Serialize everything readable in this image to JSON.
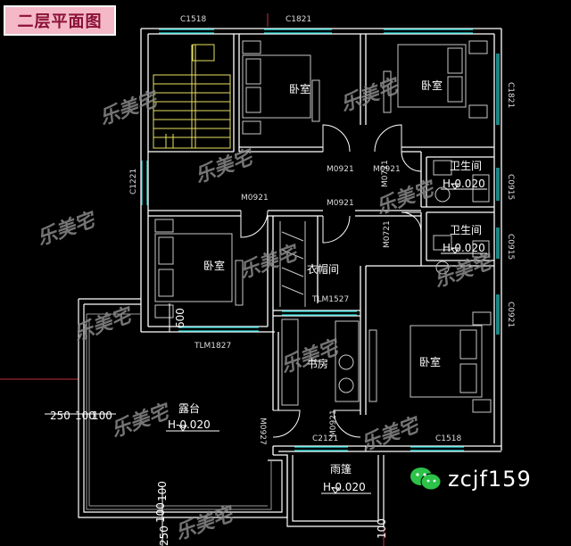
{
  "title": "二层平面图",
  "watermark": "乐美宅",
  "wechat_id": "zcjf159",
  "rooms": {
    "bedroom_top_left": "卧室",
    "bedroom_top_right": "卧室",
    "bedroom_left": "卧室",
    "bedroom_right": "卧室",
    "bath_upper": "卫生间",
    "bath_upper_h": "H-0.020",
    "bath_lower": "卫生间",
    "bath_lower_h": "H-0.020",
    "closet": "衣帽间",
    "study": "书房",
    "terrace": "露台",
    "terrace_h": "H-0.020",
    "canopy": "雨篷",
    "canopy_h": "H-0.020"
  },
  "labels": {
    "c1518_top": "C1518",
    "c1821_top": "C1821",
    "c1821_right": "C1821",
    "c1221_left": "C1221",
    "c0915_a": "C0915",
    "c0915_b": "C0915",
    "c0921_right": "C0921",
    "m0921_a": "M0921",
    "m0921_b": "M0921",
    "m0921_c": "M0921",
    "m0921_d": "M0921",
    "m0721_a": "M0721",
    "m0721_b": "M0721",
    "m0921_study": "M0921",
    "m0927": "M0927",
    "tlm1527": "TLM1527",
    "tlm1827": "TLM1827",
    "c2121": "C2121",
    "c1518_bottom": "C1518",
    "dim_600": "600",
    "dim_250_a": "250",
    "dim_100_a": "100",
    "dim_100_b": "100",
    "dim_100_c": "100",
    "dim_250_b": "250",
    "dim_100_d": "100",
    "dim_100_e": "100"
  },
  "colors": {
    "wall": "#ffffff",
    "window": "#2fe0e0",
    "stair": "#e8e060",
    "furniture": "#c8c8c8",
    "door": "#ffffff",
    "watermark": "#8a8a8a",
    "title_bg": "#f4b8c6",
    "title_fg": "#8a1038"
  }
}
